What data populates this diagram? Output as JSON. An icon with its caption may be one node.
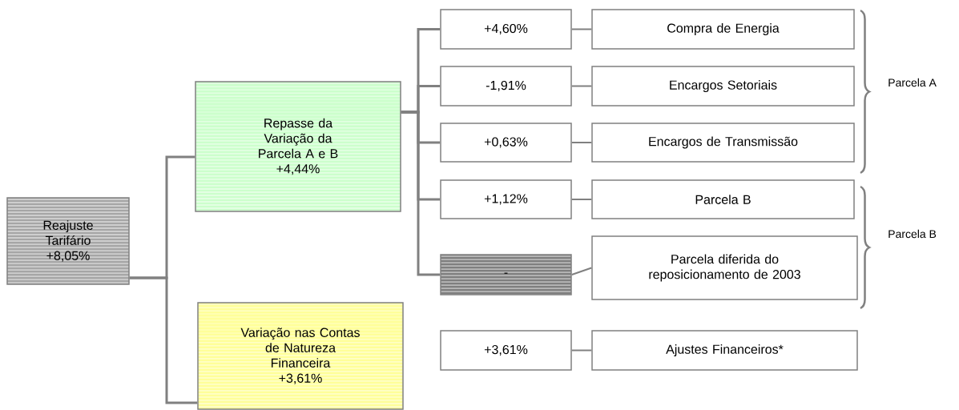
{
  "diagram": {
    "nodes": [
      {
        "text": [
          "Reajuste Tarifário",
          "+8,05%"
        ]
      },
      {
        "text": [
          "Repasse da Variação da Parcela A e B",
          "+4,44%"
        ]
      },
      {
        "text": [
          "Variação nas Contas de Natureza Financeira",
          "+3,61%"
        ]
      },
      {
        "text": [
          "+4,60%"
        ]
      },
      {
        "text": [
          "Compra de Energia"
        ]
      },
      {
        "text": [
          "-1,91%"
        ]
      },
      {
        "text": [
          "Encargos Setoriais"
        ]
      },
      {
        "text": [
          "+0,63%"
        ]
      },
      {
        "text": [
          "Encargos de Transmissão"
        ]
      },
      {
        "text": [
          "+1,12%"
        ]
      },
      {
        "text": [
          "Parcela B"
        ]
      },
      {
        "text": [
          "-"
        ]
      },
      {
        "text": [
          "Parcela diferida do reposicionamento de 2003"
        ]
      },
      {
        "text": [
          "+3,61%"
        ]
      },
      {
        "text": [
          "Ajustes Financeiros*"
        ]
      }
    ],
    "edges": [
      {
        "from": 0,
        "to": 1,
        "arrow": "none"
      },
      {
        "from": 0,
        "to": 2,
        "arrow": "none"
      },
      {
        "from": 1,
        "to": 3,
        "arrow": "none"
      },
      {
        "from": 1,
        "to": 5,
        "arrow": "none"
      },
      {
        "from": 1,
        "to": 7,
        "arrow": "none"
      },
      {
        "from": 1,
        "to": 9,
        "arrow": "none"
      },
      {
        "from": 1,
        "to": 11,
        "arrow": "none"
      },
      {
        "from": 3,
        "to": 4,
        "arrow": "none"
      },
      {
        "from": 5,
        "to": 6,
        "arrow": "none"
      },
      {
        "from": 7,
        "to": 8,
        "arrow": "none"
      },
      {
        "from": 9,
        "to": 10,
        "arrow": "none"
      },
      {
        "from": 11,
        "to": 12,
        "arrow": "none"
      },
      {
        "from": 13,
        "to": 14,
        "arrow": "none"
      }
    ],
    "labels": [
      "Parcela A",
      "Parcela B"
    ]
  }
}
